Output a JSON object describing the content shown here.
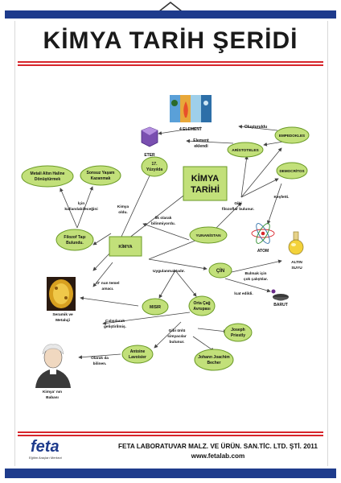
{
  "title": "KİMYA TARİH ŞERİDİ",
  "center": [
    "KİMYA",
    "TARİHİ"
  ],
  "nodes": {
    "metal": [
      "Metali Altın Haline",
      "Dönüştürmek"
    ],
    "sonsuz": [
      "Sonsuz Yaşam",
      "Kazanmak"
    ],
    "yuzyil": [
      "17.",
      "Yüzyılda"
    ],
    "filozof": [
      "Filozof Taşı",
      "Bulundu."
    ],
    "kimya": [
      "KİMYA"
    ],
    "aristoteles": [
      "ARİSTOTELES"
    ],
    "empedokles": [
      "EMPEDOKLES"
    ],
    "democritos": [
      "DEMOCRİTOS"
    ],
    "yunanistan": [
      "YUNANİSTAN"
    ],
    "cin": [
      "ÇİN"
    ],
    "misir": [
      "MISIR"
    ],
    "ortacag": [
      "Orta Çağ",
      "Avrupası"
    ],
    "joseph": [
      "Joseph",
      "Priestly"
    ],
    "antoine": [
      "Antoine",
      "Lavoisier"
    ],
    "johann": [
      "Johann Joachim",
      "Becher"
    ]
  },
  "labels": {
    "olusturuldu": "Oluşturuldu",
    "dort_element": "4 ELEMENT",
    "element_eklendi": [
      "Element",
      "eklendi"
    ],
    "eter": "ETER",
    "icin": [
      "İçin",
      "kullanılabileceğini"
    ],
    "kimya_oldu": [
      "Kimya",
      "oldu."
    ],
    "ilk_olarak": [
      "İlk olarak",
      "bilinmiyordu."
    ],
    "gibi_filozoflar": [
      "Gibi",
      "filozoflar bulunur."
    ],
    "kesfetti": "Keşfetti.",
    "atom": "ATOM",
    "altin_suyu": [
      "ALTIN",
      "SUYU"
    ],
    "bulmak": [
      "Bulmak için",
      "çok çalıştılar."
    ],
    "uygulanmaktadir": "Uygulanmaktadır.",
    "icat_edildi": "İcat edildi.",
    "barut": "BARUT",
    "temel_amaci": [
      "O' nun temel",
      "amacı."
    ],
    "seramik": [
      "Seramik ve",
      "Metaluji"
    ],
    "calisilarak": [
      "Çalışılarak",
      "geliştirilmiş."
    ],
    "gibi_unlu": [
      "Gibi ünlü",
      "simyacılar",
      "bulunur."
    ],
    "olarak_da": [
      "Olarak da",
      "bilinen."
    ],
    "kimya_babasi": [
      "Kimya' nın",
      "Babası"
    ]
  },
  "footer": {
    "company": "FETA LABORATUVAR MALZ. VE ÜRÜN. SAN.TİC. LTD. ŞTİ. 2011",
    "website": "www.fetalab.com",
    "logo": "feta",
    "logo_sub": "Eğitim Araçları Merkezi"
  },
  "colors": {
    "bar": "#1e3b8c",
    "rule": "#d7262c",
    "node_fill": "#c2e07a",
    "node_stroke": "#6a9a26",
    "arrow": "#444444"
  }
}
